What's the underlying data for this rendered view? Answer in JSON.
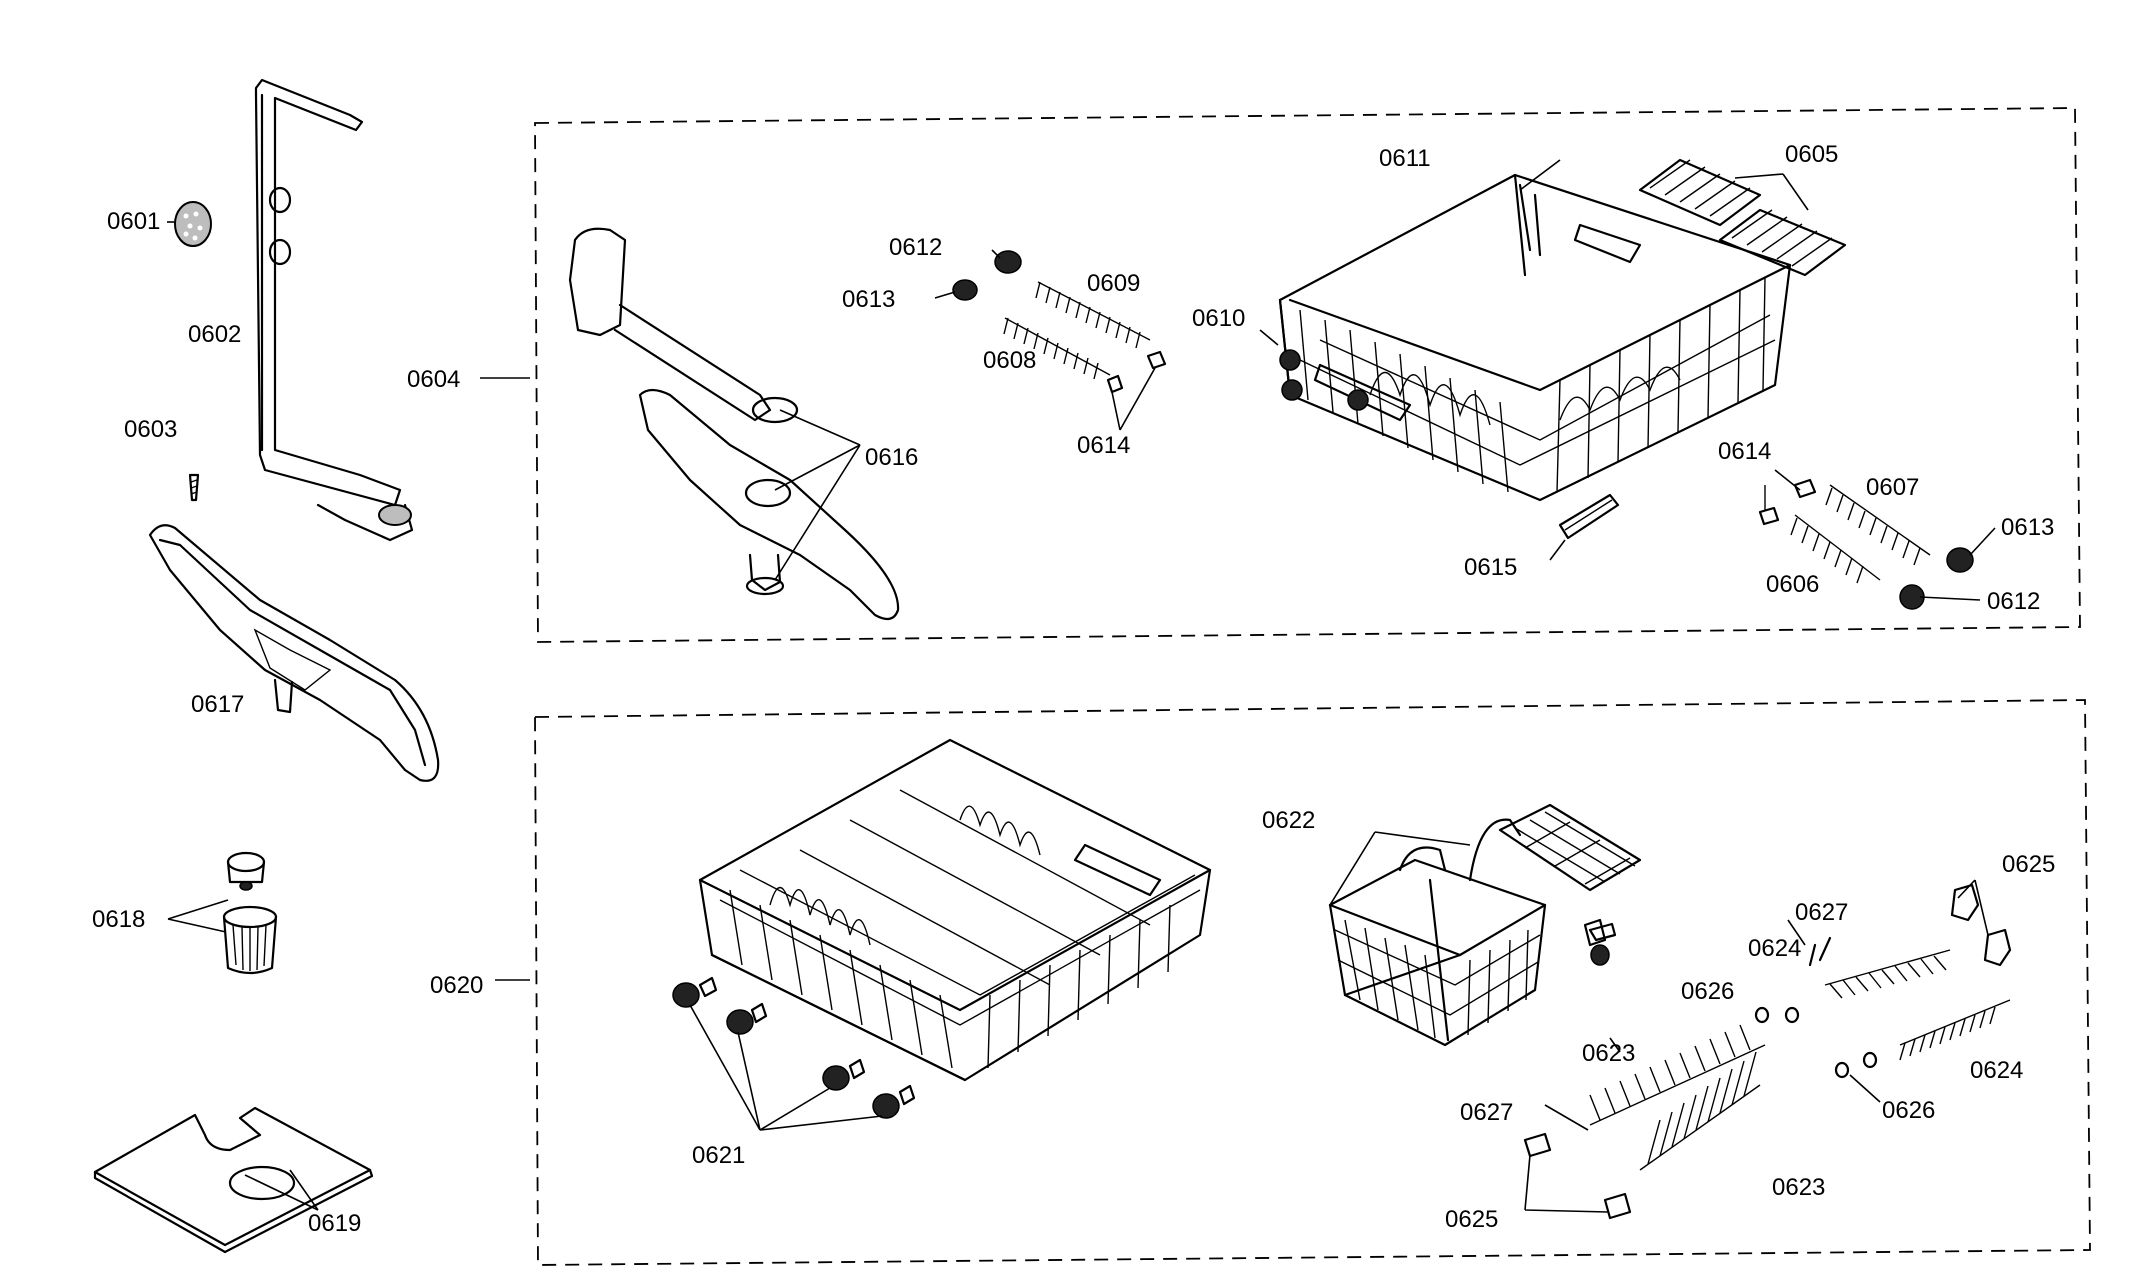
{
  "parts": {
    "p0601": "0601",
    "p0602": "0602",
    "p0603": "0603",
    "p0604": "0604",
    "p0605": "0605",
    "p0606": "0606",
    "p0607": "0607",
    "p0608": "0608",
    "p0609": "0609",
    "p0610": "0610",
    "p0611": "0611",
    "p0612": "0612",
    "p0613": "0613",
    "p0614": "0614",
    "p0615": "0615",
    "p0616": "0616",
    "p0617": "0617",
    "p0618": "0618",
    "p0619": "0619",
    "p0620": "0620",
    "p0621": "0621",
    "p0622": "0622",
    "p0623": "0623",
    "p0624": "0624",
    "p0625": "0625",
    "p0626": "0626",
    "p0627": "0627"
  }
}
